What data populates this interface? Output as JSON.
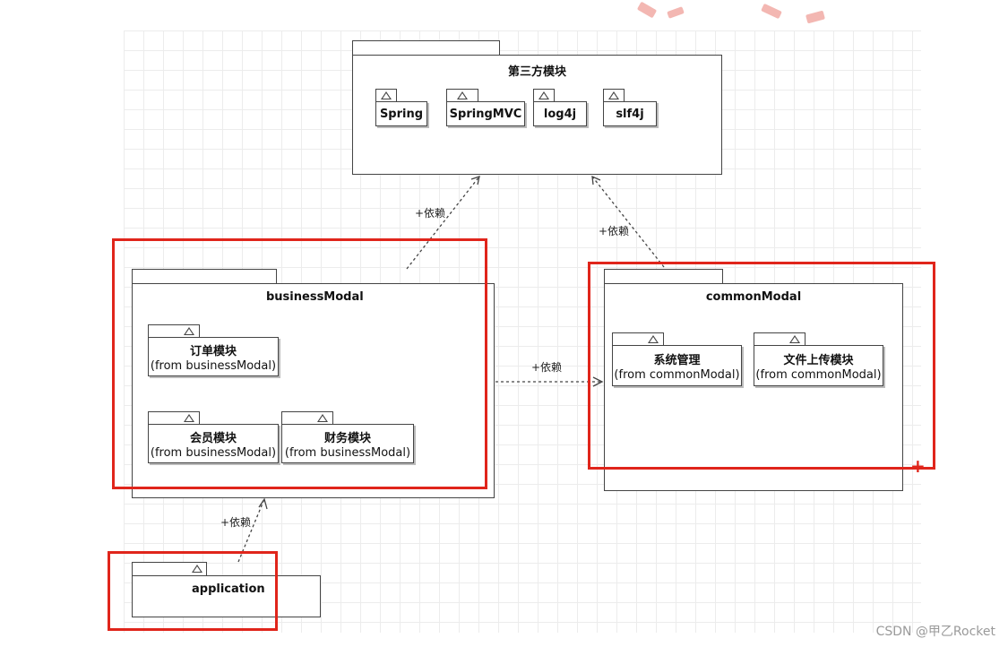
{
  "packages": {
    "third_party": {
      "title": "第三方模块",
      "children": [
        "Spring",
        "SpringMVC",
        "log4j",
        "slf4j"
      ]
    },
    "business": {
      "title": "businessModal",
      "children": [
        {
          "name": "订单模块",
          "from": "(from businessModal)"
        },
        {
          "name": "会员模块",
          "from": "(from businessModal)"
        },
        {
          "name": "财务模块",
          "from": "(from businessModal)"
        }
      ]
    },
    "common": {
      "title": "commonModal",
      "children": [
        {
          "name": "系统管理",
          "from": "(from commonModal)"
        },
        {
          "name": "文件上传模块",
          "from": "(from commonModal)"
        }
      ]
    },
    "application": {
      "title": "application"
    }
  },
  "dependency_label": "+依赖",
  "highlight_color": "#e0251b",
  "watermark": "CSDN @甲乙Rocket"
}
